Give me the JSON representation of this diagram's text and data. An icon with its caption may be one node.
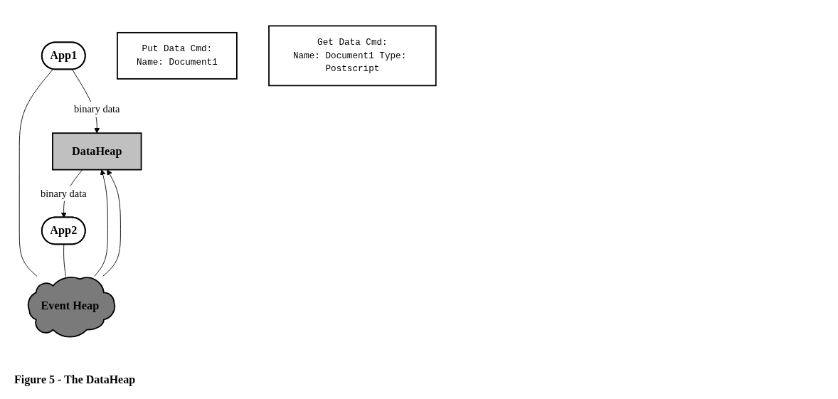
{
  "diagram": {
    "caption": "Figure 5 - The DataHeap",
    "nodes": [
      {
        "text": [
          "App1"
        ]
      },
      {
        "text": [
          "Put Data Cmd:",
          "Name: Document1"
        ]
      },
      {
        "text": [
          "DataHeap"
        ]
      },
      {
        "text": [
          "Event Heap"
        ]
      },
      {
        "text": [
          "App2"
        ]
      },
      {
        "text": [
          "Get Data Cmd:",
          "Name: Document1 Type: Postscript"
        ]
      }
    ],
    "edges": [
      {
        "from": 0,
        "to": 2,
        "arrow": "to",
        "label": "binary data"
      },
      {
        "from": 0,
        "to": 3,
        "arrow": "none"
      },
      {
        "from": 3,
        "to": 2,
        "arrow": "to"
      },
      {
        "from": 3,
        "to": 2,
        "arrow": "to"
      },
      {
        "from": 4,
        "to": 3,
        "arrow": "none"
      },
      {
        "from": 2,
        "to": 4,
        "arrow": "to",
        "label": "binary data"
      }
    ]
  }
}
